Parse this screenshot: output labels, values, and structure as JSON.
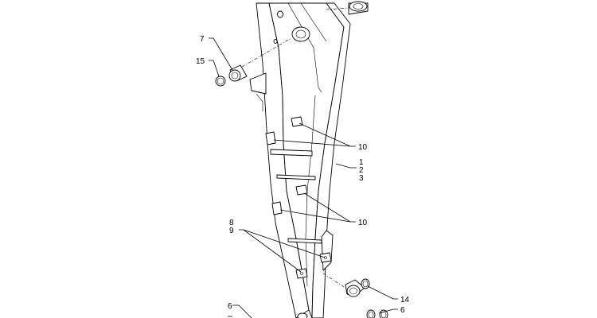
{
  "callouts": {
    "c7": "7",
    "c15": "15",
    "c10a": "10",
    "c1": "1",
    "c2": "2",
    "c3": "3",
    "c10b": "10",
    "c8": "8",
    "c9": "9",
    "c14": "14",
    "c6a": "6",
    "c6b": "6"
  }
}
